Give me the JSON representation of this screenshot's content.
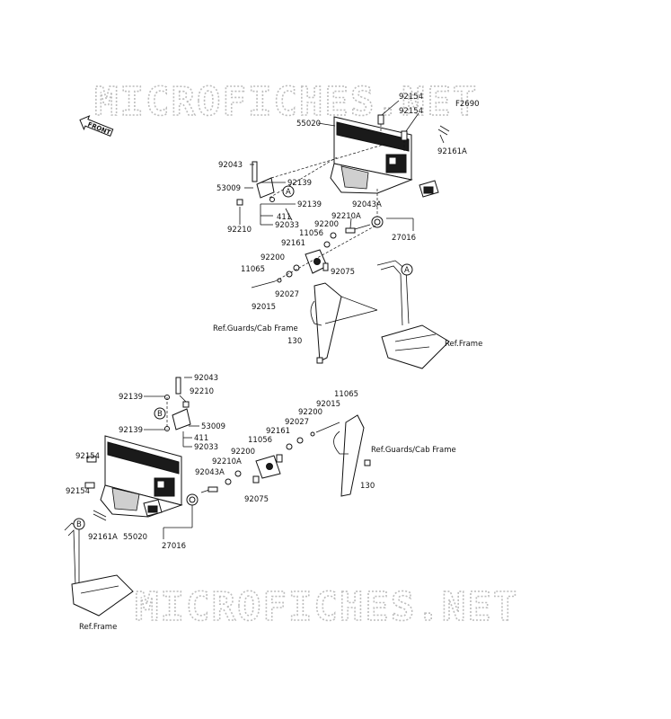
{
  "watermark": {
    "text": "MICROFICHES.NET"
  },
  "front_badge": {
    "text": "FRONT"
  },
  "figure_code": "F2690",
  "callouts": {
    "a": "A",
    "b": "B"
  },
  "labels": {
    "top": {
      "p92154a": "92154",
      "p92154b": "92154",
      "p55020": "55020",
      "p92161A": "92161A",
      "p92043": "92043",
      "p92139a": "92139",
      "p53009": "53009",
      "p92139b": "92139",
      "p411": "411",
      "p92210": "92210",
      "p92033": "92033",
      "p92043A": "92043A",
      "p92210A": "92210A",
      "p27016": "27016",
      "p11056": "11056",
      "p92200a": "92200",
      "p92161": "92161",
      "p92200b": "92200",
      "p92075": "92075",
      "p11065": "11065",
      "p92027": "92027",
      "p92015": "92015",
      "ref_guards": "Ref.Guards/Cab Frame",
      "p130": "130",
      "ref_frame": "Ref.Frame"
    },
    "bottom": {
      "p92043": "92043",
      "p92139a": "92139",
      "p92210": "92210",
      "p92139b": "92139",
      "p53009": "53009",
      "p411": "411",
      "p92033": "92033",
      "p92154a": "92154",
      "p92154b": "92154",
      "p92161A": "92161A",
      "p55020": "55020",
      "p27016": "27016",
      "p92043A": "92043A",
      "p92210A": "92210A",
      "p92200a": "92200",
      "p11056": "11056",
      "p92075": "92075",
      "p92161": "92161",
      "p92027": "92027",
      "p92200b": "92200",
      "p92015": "92015",
      "p11065": "11065",
      "ref_guards": "Ref.Guards/Cab Frame",
      "p130": "130",
      "ref_frame": "Ref.Frame"
    }
  }
}
